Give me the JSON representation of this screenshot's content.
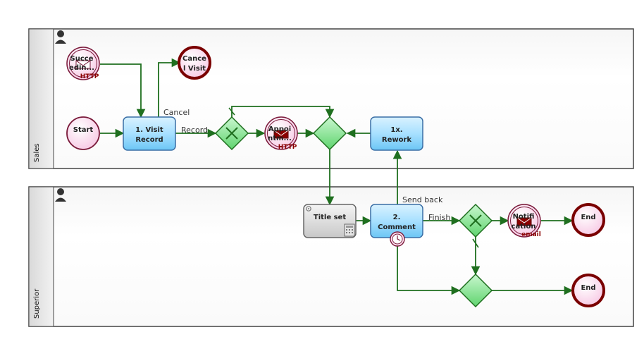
{
  "lanes": [
    {
      "id": "sales",
      "title": "Sales"
    },
    {
      "id": "superior",
      "title": "Superior"
    }
  ],
  "events": {
    "succeeding": {
      "line1": "Succe",
      "line2": "edin...",
      "tag": "HTTP"
    },
    "cancel_visit": {
      "line1": "Cance",
      "line2": "l Visit"
    },
    "start": {
      "label": "Start"
    },
    "appointment": {
      "line1": "Appoi",
      "line2": "ntm...",
      "tag": "HTTP"
    },
    "notification": {
      "line1": "Notifi",
      "line2": "cation",
      "tag": "email"
    },
    "end1": {
      "label": "End"
    },
    "end2": {
      "label": "End"
    }
  },
  "tasks": {
    "visit_record": {
      "line1": "1. Visit",
      "line2": "Record"
    },
    "rework": {
      "line1": "1x.",
      "line2": "Rework"
    },
    "title_set": {
      "line1": "Title set"
    },
    "comment": {
      "line1": "2.",
      "line2": "Comment"
    }
  },
  "flows": {
    "cancel": "Cancel",
    "record": "Record",
    "send_back": "Send back",
    "finish": "Finish"
  },
  "colors": {
    "flow": "#1f6f1f",
    "task_fill": "#9fdcff",
    "task_stroke": "#3a6ea5",
    "gateway_fill": "#8fe89a",
    "event_fill": "#ffe2f2",
    "end_stroke": "#7a0000",
    "start_stroke": "#7a1a3a"
  },
  "icons": [
    "person-icon",
    "x-gateway-icon",
    "envelope-icon",
    "gear-icon",
    "calculator-icon",
    "timer-icon"
  ]
}
